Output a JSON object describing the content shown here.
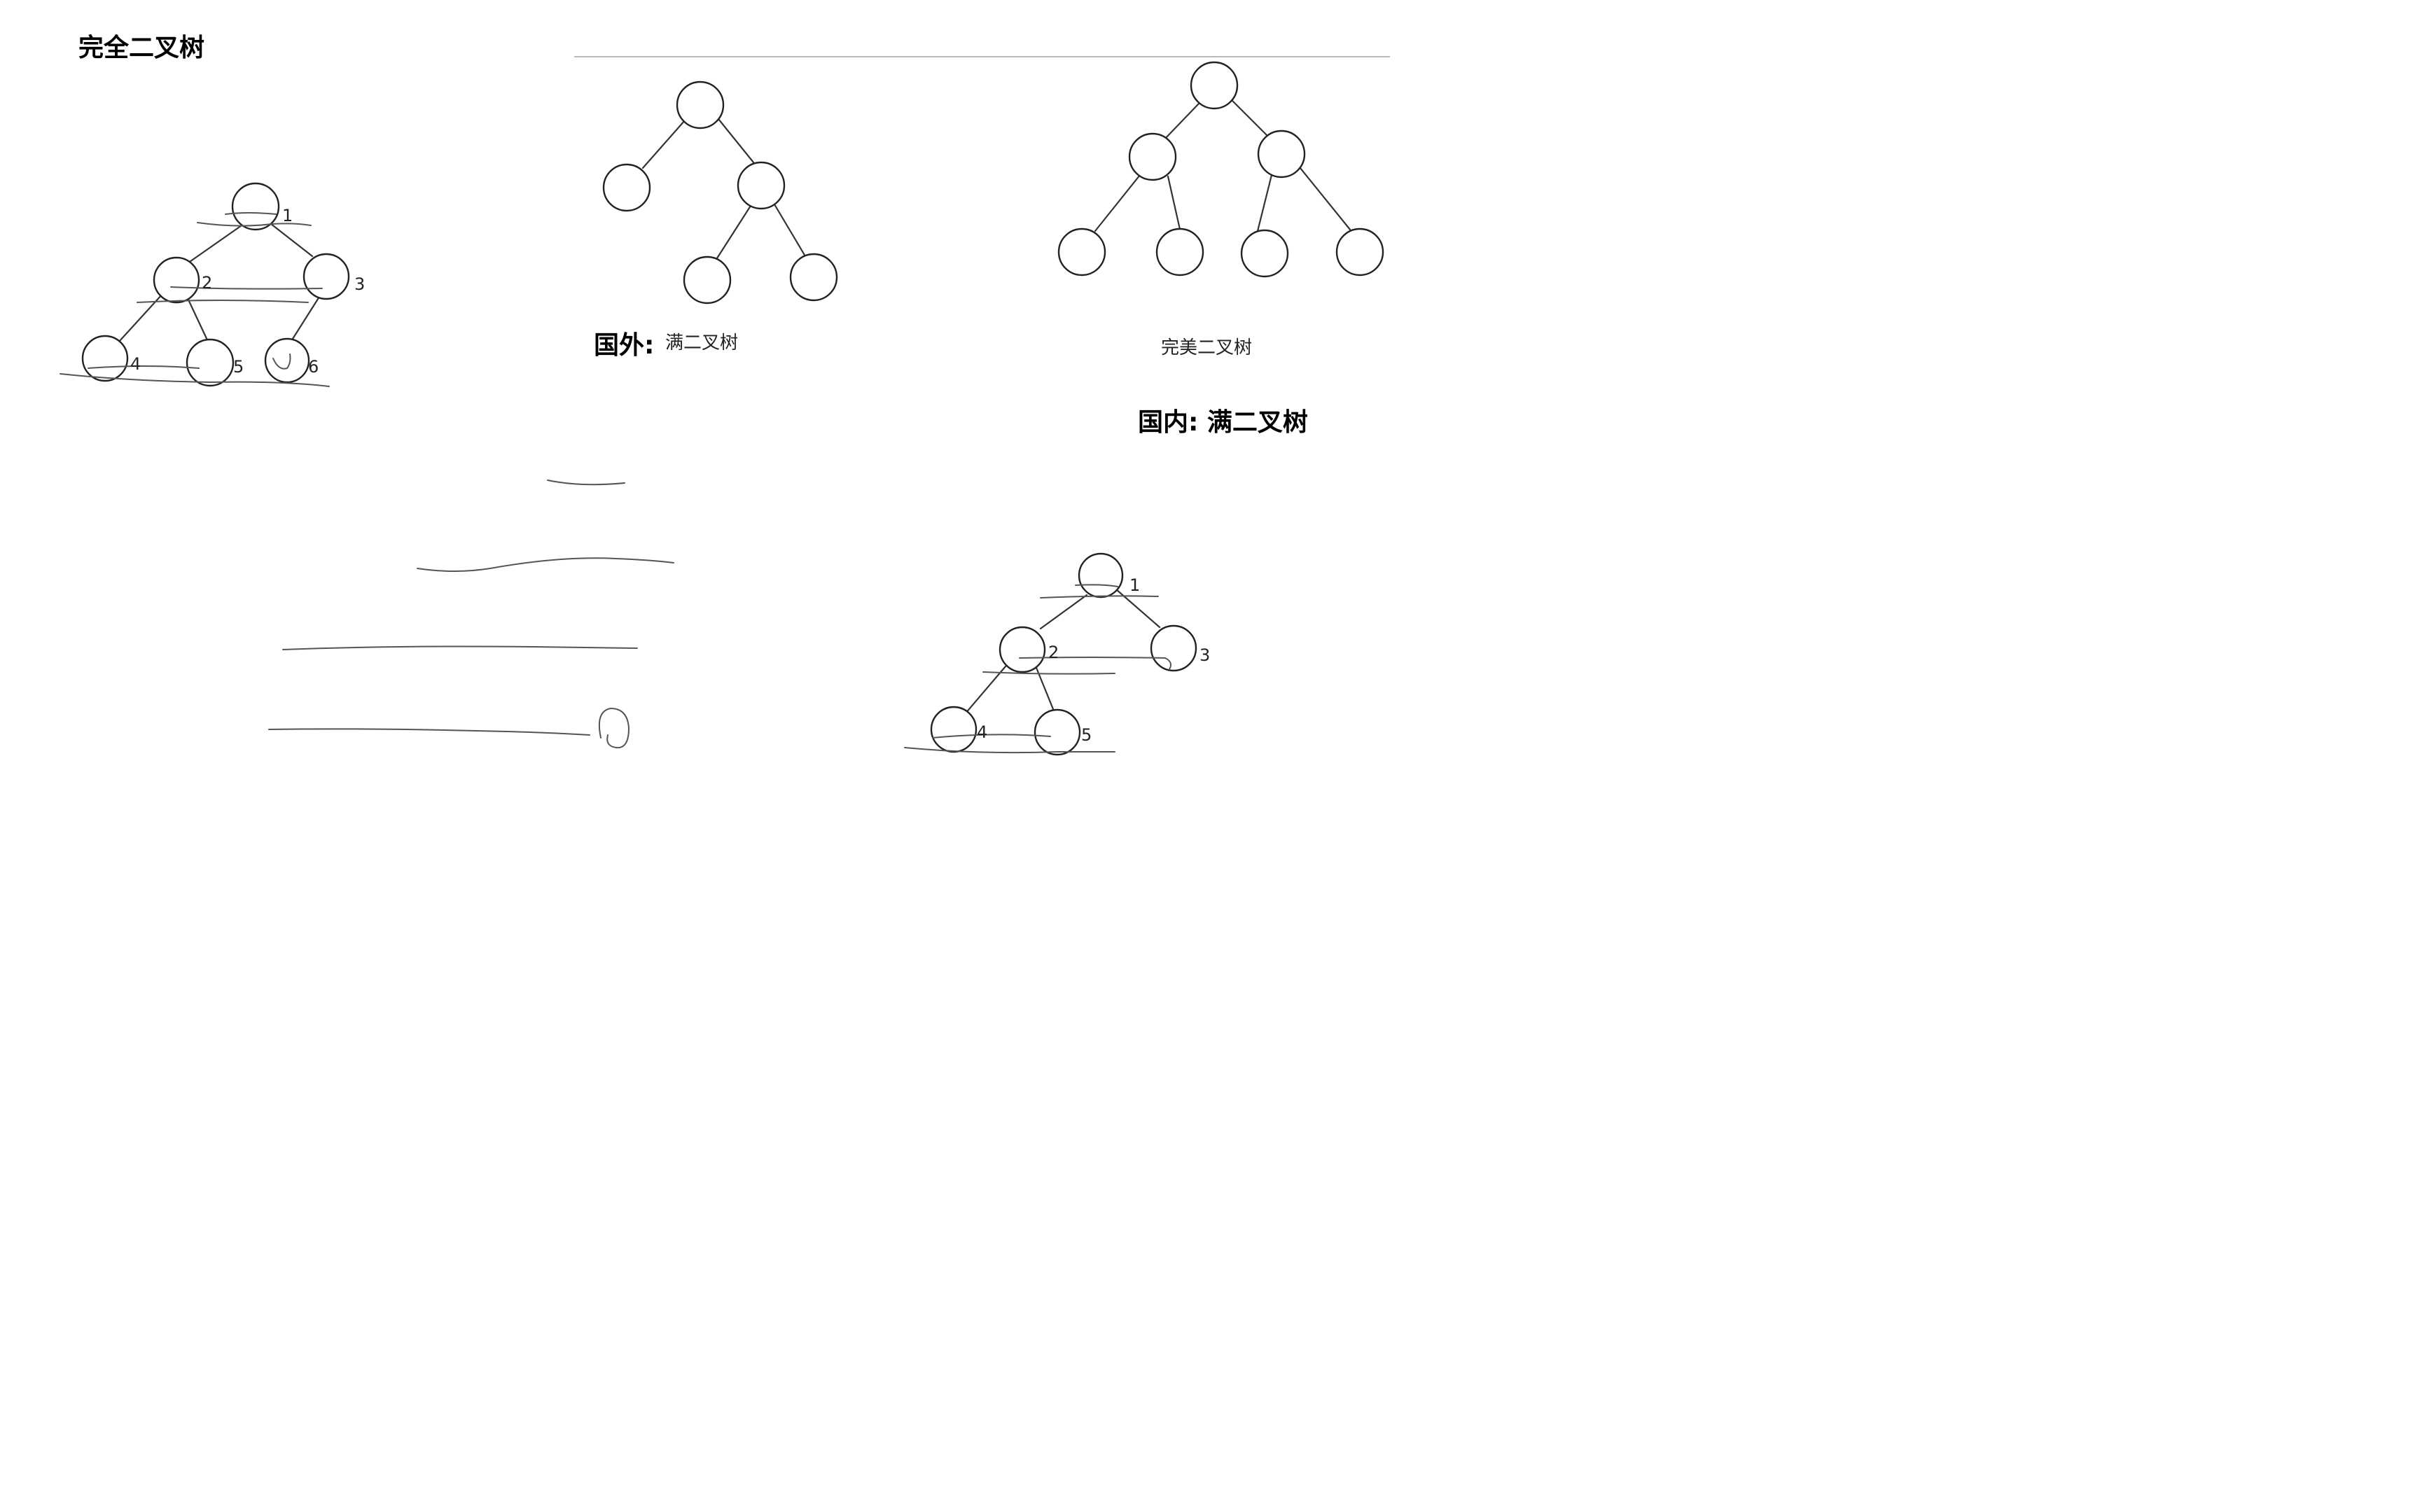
{
  "texts": {
    "complete_tree_title": "完全二叉树",
    "foreign_prefix": "国外:",
    "foreign_label": "满二叉树",
    "perfect_label": "完美二叉树",
    "domestic_label": "国内: 满二叉树"
  },
  "complete_tree": {
    "node_labels": [
      "1",
      "2",
      "3",
      "4",
      "5",
      "6"
    ]
  },
  "example_tree": {
    "node_labels": [
      "1",
      "2",
      "3",
      "4",
      "5"
    ]
  }
}
